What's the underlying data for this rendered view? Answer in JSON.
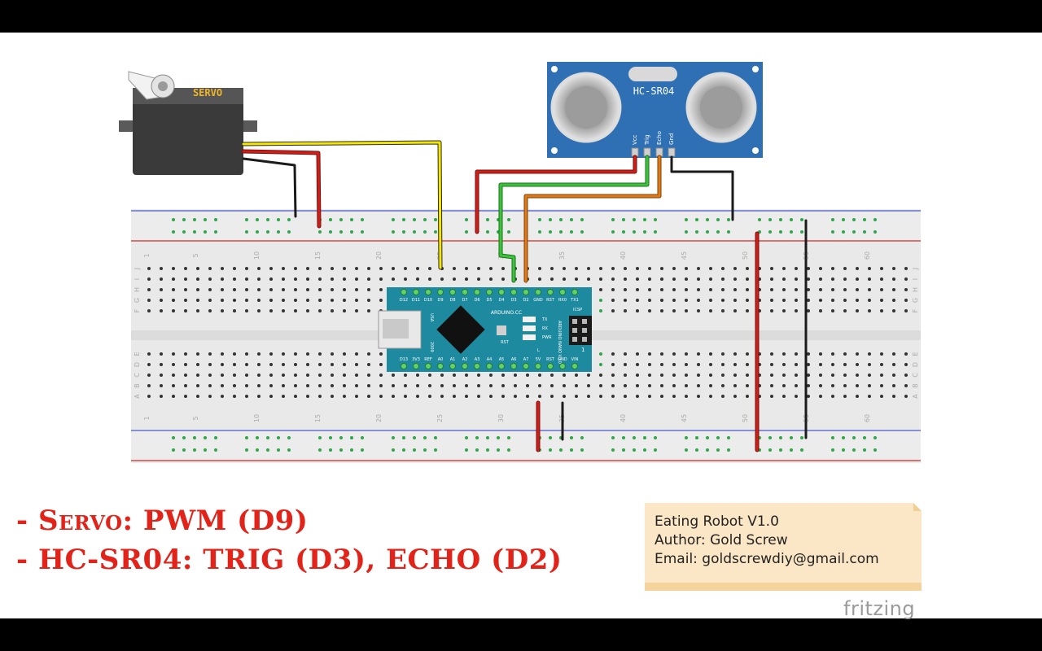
{
  "servo": {
    "label": "SERVO"
  },
  "sensor": {
    "name": "HC-SR04",
    "pins": [
      "Vcc",
      "Trig",
      "Echo",
      "Gnd"
    ]
  },
  "breadboard": {
    "column_numbers": [
      "1",
      "5",
      "10",
      "15",
      "20",
      "25",
      "30",
      "35",
      "40",
      "45",
      "50",
      "55",
      "60"
    ],
    "top_row_letters": [
      "J",
      "I",
      "H",
      "G",
      "F"
    ],
    "bottom_row_letters": [
      "E",
      "D",
      "C",
      "B",
      "A"
    ]
  },
  "nano": {
    "top_pins": [
      "D12",
      "D11",
      "D10",
      "D9",
      "D8",
      "D7",
      "D6",
      "D5",
      "D4",
      "D3",
      "D2",
      "GND",
      "RST",
      "RX0",
      "TX1"
    ],
    "bottom_pins": [
      "D13",
      "3V3",
      "REF",
      "A0",
      "A1",
      "A2",
      "A3",
      "A4",
      "A5",
      "A6",
      "A7",
      "5V",
      "RST",
      "GND",
      "VIN"
    ],
    "board_text": "ARDUINO.CC",
    "labels": {
      "usb": "USA",
      "year": "2009",
      "rst": "RST",
      "icsp": "ICSP",
      "model": "ARDUINO NANO V3.0",
      "tx": "TX",
      "rx": "RX",
      "pwr": "PWR",
      "l": "L",
      "one": "1"
    }
  },
  "captions": {
    "line1": "- Servo: PWM (D9)",
    "line2": "- HC-SR04: TRIG (D3), ECHO (D2)"
  },
  "note": {
    "title": "Eating Robot V1.0",
    "author": "Author: Gold Screw",
    "email": "Email: goldscrewdiy@gmail.com"
  },
  "watermark": "fritzing",
  "colors": {
    "servo_signal": "#f5e600",
    "power": "#cc1f1a",
    "ground": "#1b1b1b",
    "trig": "#39c43a",
    "echo": "#e07a14",
    "board": "#1d8aa0",
    "sensor_board": "#2f6fb3",
    "breadboard_hole_green": "#2fa64a",
    "caption": "#e2231a"
  }
}
